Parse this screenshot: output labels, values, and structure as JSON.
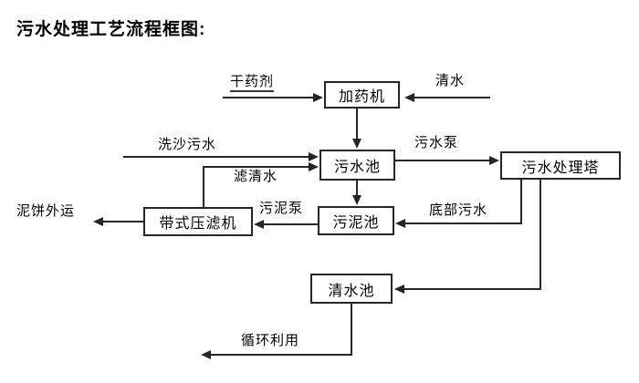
{
  "page": {
    "title": "污水处理工艺流程框图:"
  },
  "nodes": {
    "dosing_machine": "加药机",
    "sewage_pool": "污水池",
    "treatment_tower": "污水处理塔",
    "sludge_pool": "污泥池",
    "belt_filter_press": "带式压滤机",
    "clean_water_pool": "清水池"
  },
  "flow_labels": {
    "dry_agent": "干药剂",
    "clean_water": "清水",
    "sand_washing_sewage": "洗沙污水",
    "sewage_pump": "污水泵",
    "filtered_water": "滤清水",
    "sludge_pump": "污泥泵",
    "bottom_sewage": "底部污水",
    "mud_cake_transport": "泥饼外运",
    "recycling": "循环利用"
  },
  "edges": [
    {
      "label": "干药剂",
      "from": "external",
      "to": "加药机"
    },
    {
      "label": "清水",
      "from": "external",
      "to": "加药机"
    },
    {
      "label": "",
      "from": "加药机",
      "to": "污水池"
    },
    {
      "label": "洗沙污水",
      "from": "external",
      "to": "污水池"
    },
    {
      "label": "滤清水",
      "from": "带式压滤机",
      "to": "污水池"
    },
    {
      "label": "污水泵",
      "from": "污水池",
      "to": "污水处理塔"
    },
    {
      "label": "",
      "from": "污水池",
      "to": "污泥池"
    },
    {
      "label": "底部污水",
      "from": "污水处理塔",
      "to": "污泥池"
    },
    {
      "label": "污泥泵",
      "from": "污泥池",
      "to": "带式压滤机"
    },
    {
      "label": "泥饼外运",
      "from": "带式压滤机",
      "to": "external"
    },
    {
      "label": "",
      "from": "污水处理塔",
      "to": "清水池"
    },
    {
      "label": "循环利用",
      "from": "清水池",
      "to": "external"
    }
  ],
  "colors": {
    "line": "#262626",
    "text": "#000000",
    "background": "#ffffff"
  }
}
